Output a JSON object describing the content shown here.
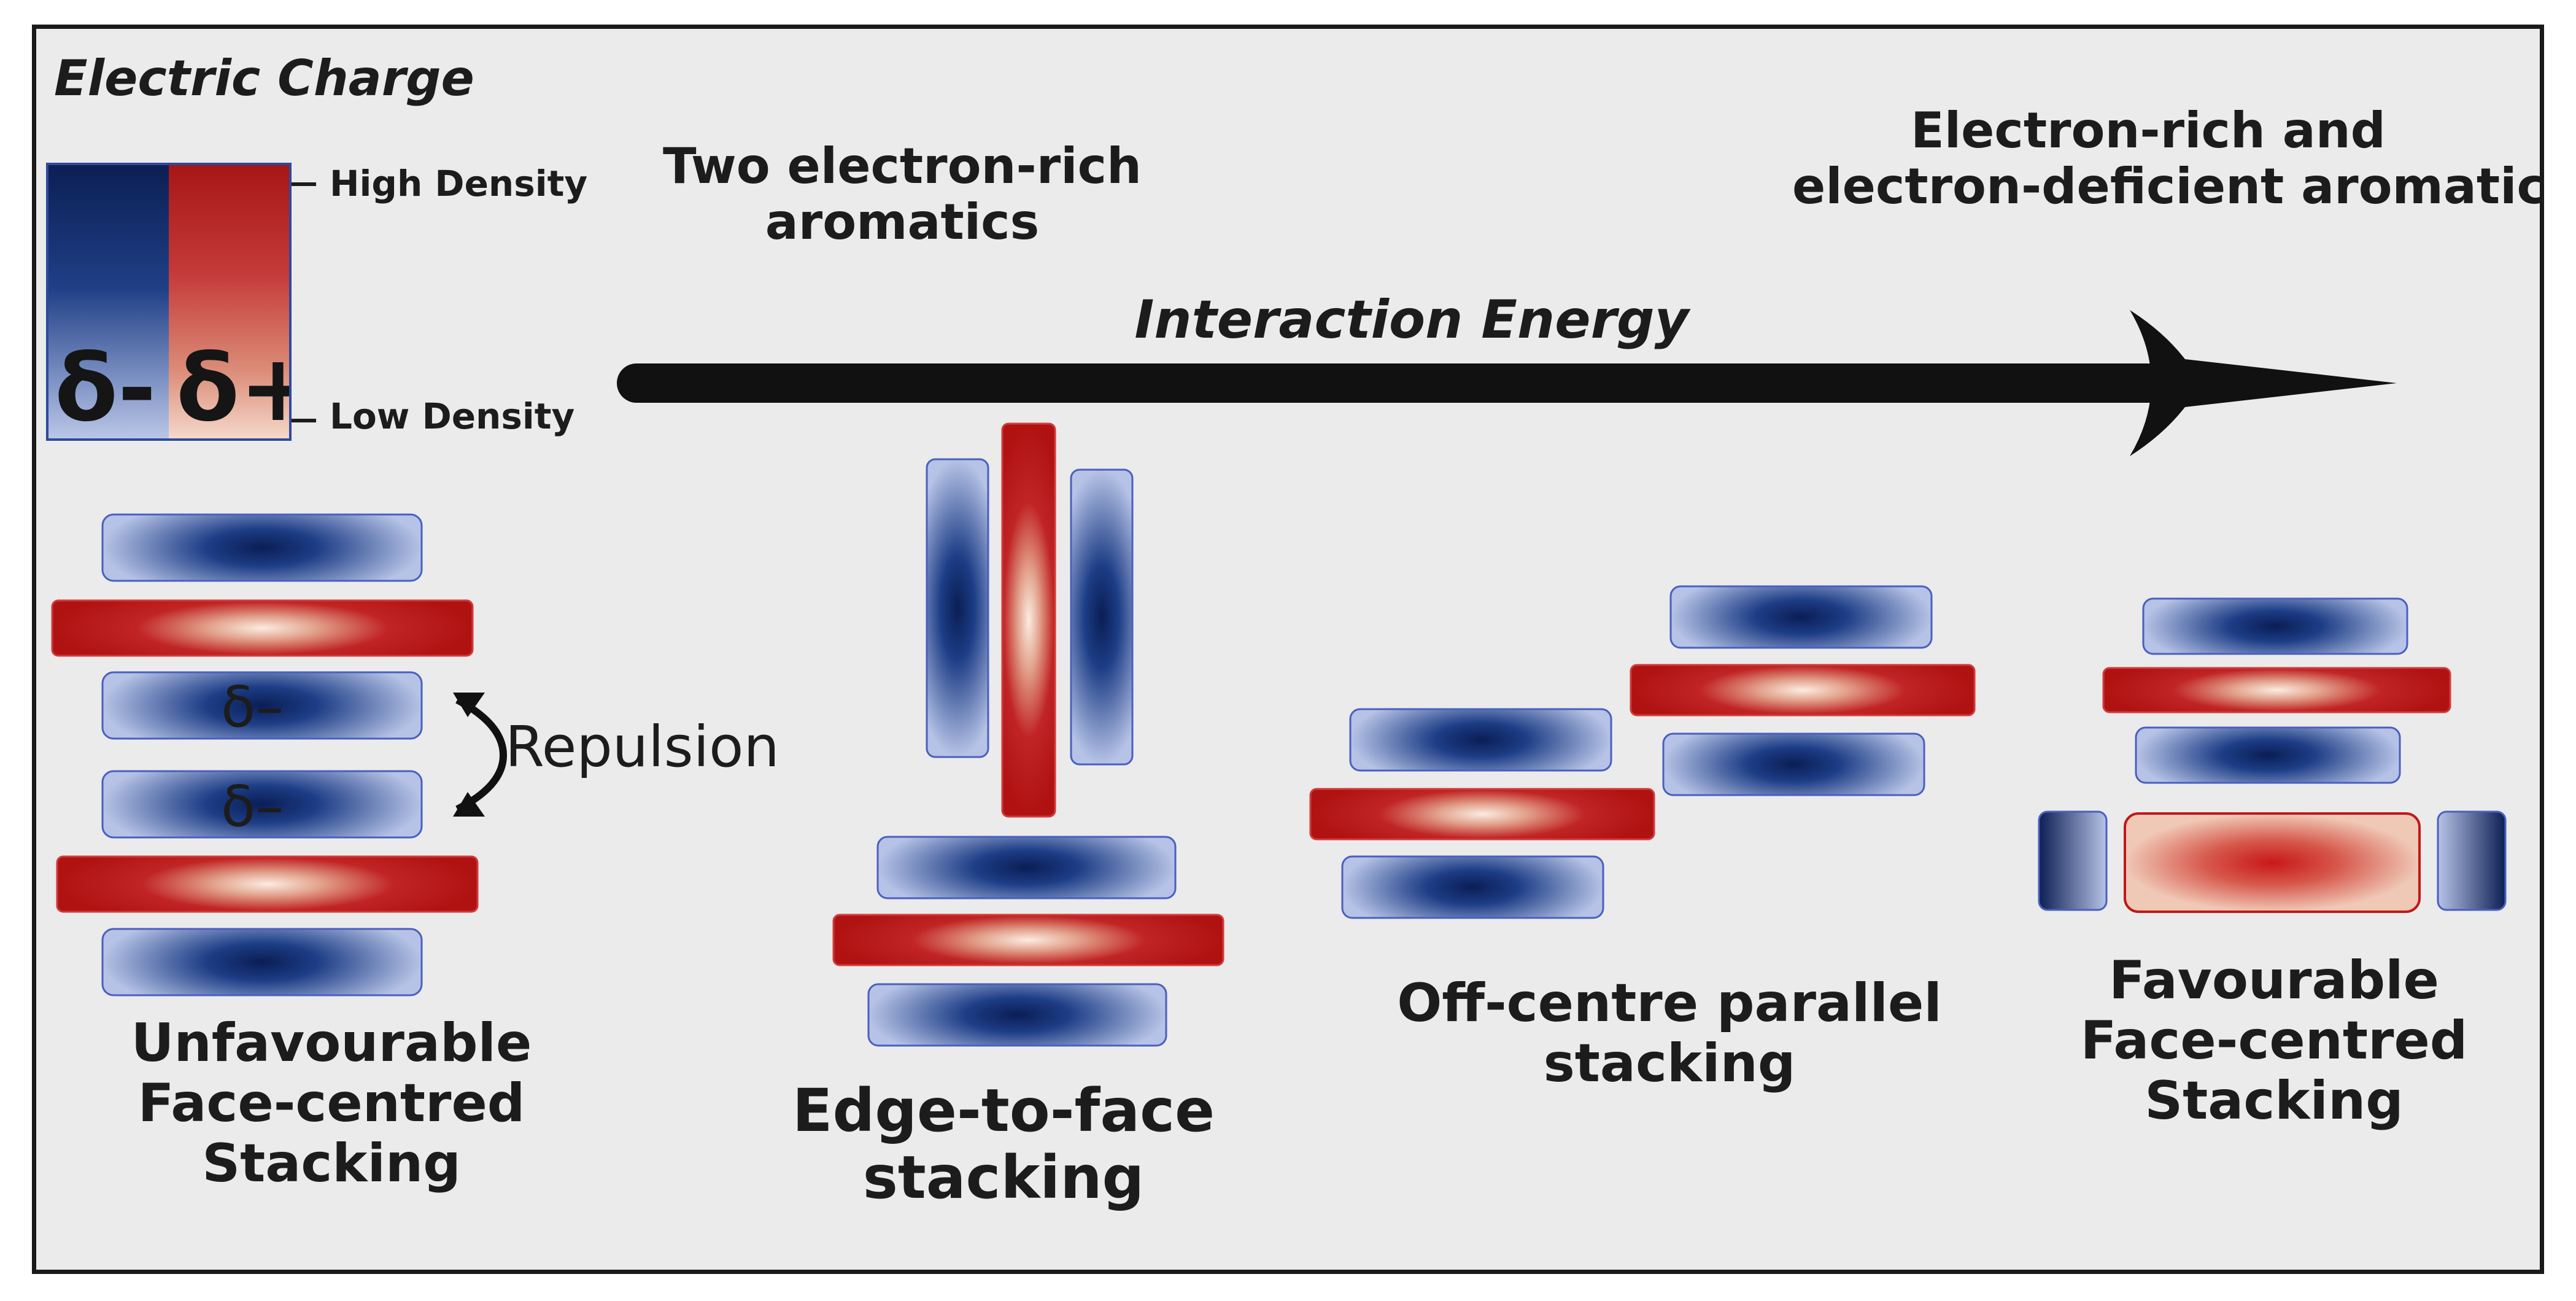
{
  "legend": {
    "title": "Electric Charge",
    "high_label": "High Density",
    "low_label": "Low Density",
    "negative_symbol": "δ-",
    "positive_symbol": "δ+"
  },
  "arrow": {
    "label": "Interaction Energy",
    "left_caption": [
      "Two electron-rich",
      "aromatics"
    ],
    "right_caption": [
      "Electron-rich and",
      "electron-deficient aromatic"
    ]
  },
  "panels": {
    "unfavourable": {
      "caption": [
        "Unfavourable",
        "Face-centred",
        "Stacking"
      ],
      "delta_label": "δ–",
      "repulsion_label": "Repulsion"
    },
    "edge_to_face": {
      "caption": [
        "Edge-to-face",
        "stacking"
      ]
    },
    "off_centre": {
      "caption": [
        "Off-centre parallel",
        "stacking"
      ]
    },
    "favourable": {
      "caption": [
        "Favourable",
        "Face-centred",
        "Stacking"
      ]
    }
  },
  "colors": {
    "negative_high": "#0c1f54",
    "negative_low": "#b9c6e6",
    "positive_high": "#b81414",
    "positive_low": "#f7e3d8",
    "background": "#ebebeb",
    "outline": "#1a1a1a"
  }
}
